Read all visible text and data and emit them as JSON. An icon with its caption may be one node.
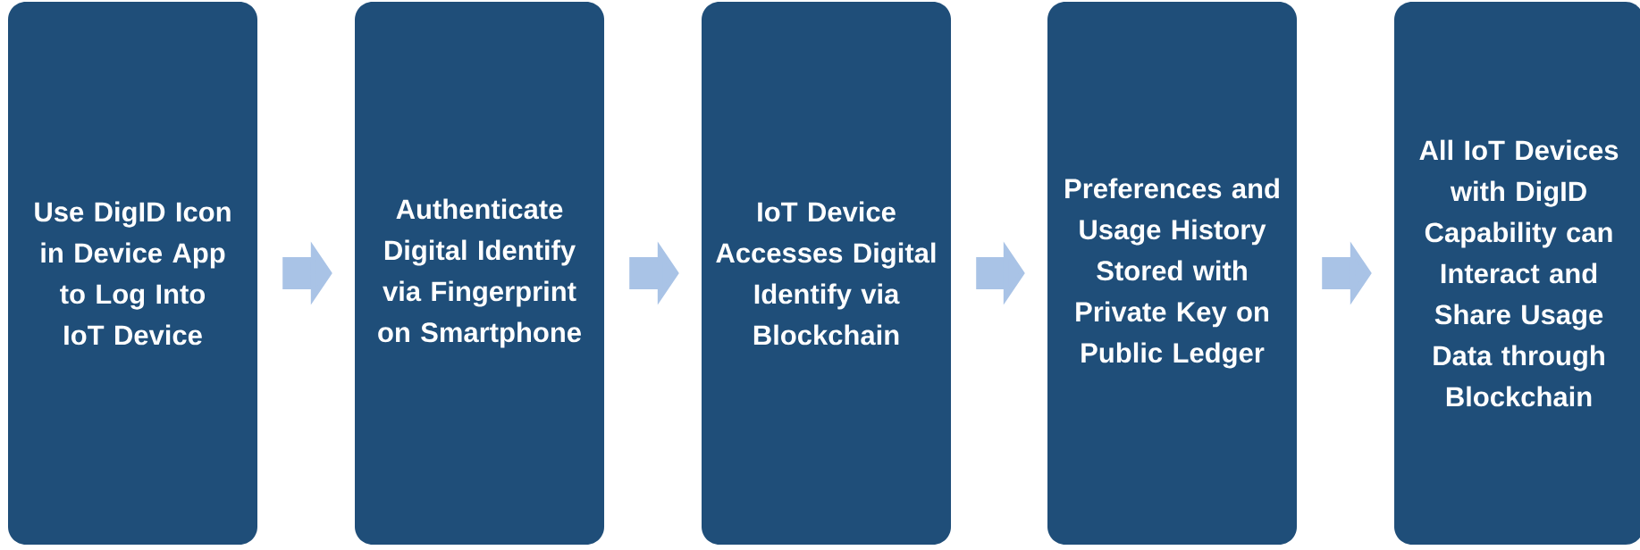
{
  "diagram": {
    "nodes": [
      {
        "text": [
          "Use DigID Icon in Device App to Log Into IoT Device"
        ]
      },
      {
        "text": [
          "Authenticate Digital Identify via Fingerprint on Smartphone"
        ]
      },
      {
        "text": [
          "IoT Device Accesses Digital Identify via Blockchain"
        ]
      },
      {
        "text": [
          "Preferences and Usage History Stored with Private Key on Public Ledger"
        ]
      },
      {
        "text": [
          "All IoT Devices with DigID Capability can Interact and Share Usage Data through Blockchain"
        ]
      }
    ],
    "edges": [
      {
        "from": 0,
        "to": 1,
        "arrow": "to"
      },
      {
        "from": 1,
        "to": 2,
        "arrow": "to"
      },
      {
        "from": 2,
        "to": 3,
        "arrow": "to"
      },
      {
        "from": 3,
        "to": 4,
        "arrow": "to"
      }
    ]
  }
}
